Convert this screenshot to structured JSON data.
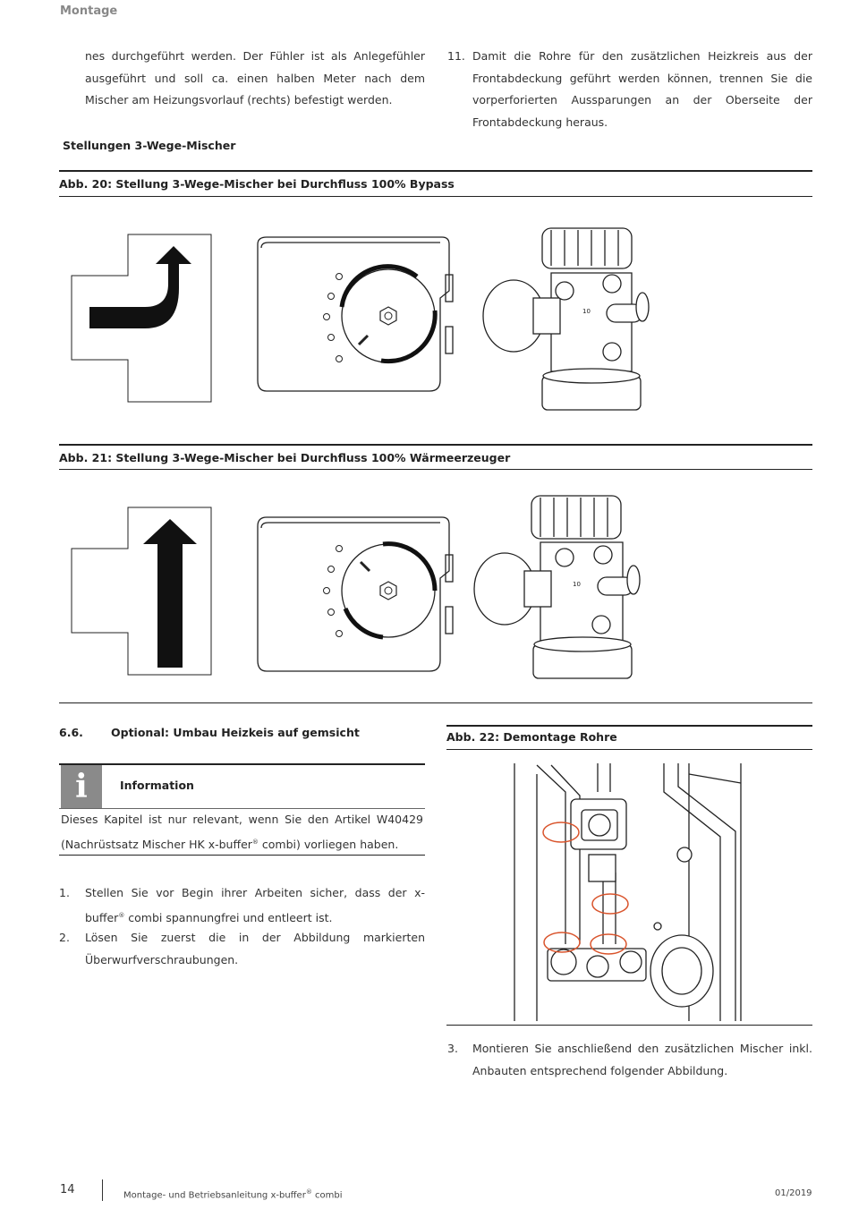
{
  "header": {
    "section": "Montage"
  },
  "intro": {
    "left_text": "nes durchgeführt werden. Der Fühler ist als Anlegefühler ausgeführt und soll ca. einen halben Meter nach dem Mischer am Heizungsvorlauf (rechts) befestigt werden.",
    "right_num": "11.",
    "right_text": "Damit die Rohre für den zusätzlichen Heizkreis aus der Frontabdeckung geführt werden können, trennen Sie die vorperforierten Aussparungen an der Oberseite der Frontabdeckung heraus."
  },
  "mixer_heading": "Stellungen 3-Wege-Mischer",
  "fig20": {
    "caption": "Abb. 20: Stellung 3-Wege-Mischer bei Durchfluss 100% Bypass"
  },
  "fig21": {
    "caption": "Abb. 21: Stellung 3-Wege-Mischer bei Durchfluss 100% Wärmeerzeuger"
  },
  "section": {
    "number": "6.6.",
    "title": "Optional: Umbau Heizkeis auf gemsicht"
  },
  "info": {
    "icon": "i",
    "title": "Information",
    "text_before": "Dieses Kapitel ist nur relevant, wenn Sie den Artikel W40429 (Nachrüstsatz Mischer HK x-buffer",
    "reg": "®",
    "text_after": " combi) vorliegen haben."
  },
  "steps": [
    {
      "num": "1.",
      "text_a": "Stellen Sie vor Begin ihrer Arbeiten sicher, dass der x-buffer",
      "reg": "®",
      "text_b": " combi spannungfrei und entleert ist."
    },
    {
      "num": "2.",
      "text": "Lösen Sie zuerst die in der Abbildung markierten Überwurfverschraubungen."
    }
  ],
  "fig22": {
    "caption": "Abb. 22: Demontage Rohre"
  },
  "step3": {
    "num": "3.",
    "text": "Montieren Sie anschließend den zusätzlichen Mischer inkl. Anbauten entsprechend folgender Abbildung."
  },
  "knob_label": "10",
  "footer": {
    "page": "14",
    "doc_a": "Montage- und Betriebsanleitung x-buffer",
    "reg": "®",
    "doc_b": " combi",
    "date": "01/2019"
  },
  "colors": {
    "accent_marker": "#d9542c",
    "info_grey": "#8a8a8a"
  }
}
